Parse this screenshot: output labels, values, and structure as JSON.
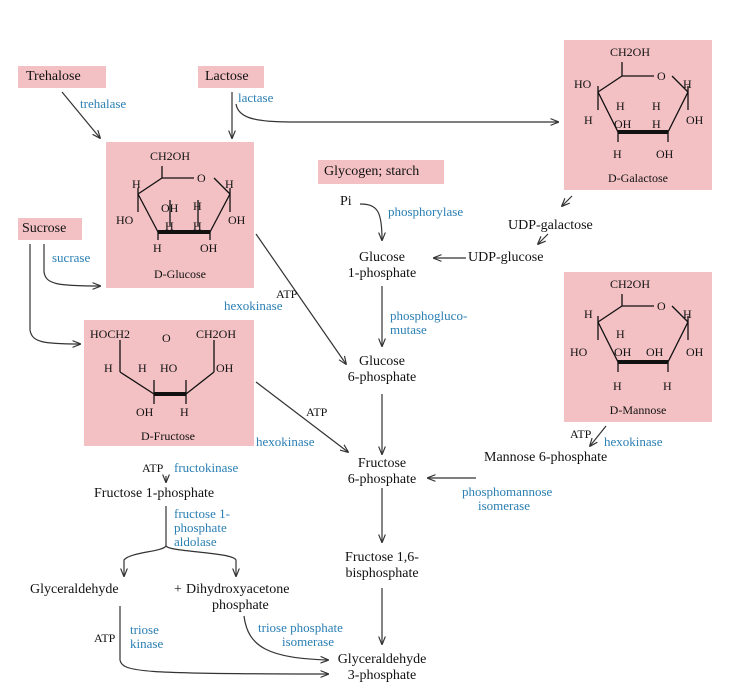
{
  "sugars": {
    "trehalose": "Trehalose",
    "lactose": "Lactose",
    "sucrose": "Sucrose",
    "glycogen_starch": "Glycogen; starch",
    "d_glucose": "D-Glucose",
    "d_fructose": "D-Fructose",
    "d_galactose": "D-Galactose",
    "d_mannose": "D-Mannose"
  },
  "metabolites": {
    "pi": "Pi",
    "glucose_1p_a": "Glucose",
    "glucose_1p_b": "1-phosphate",
    "glucose_6p_a": "Glucose",
    "glucose_6p_b": "6-phosphate",
    "fructose_6p_a": "Fructose",
    "fructose_6p_b": "6-phosphate",
    "fructose_16bp_a": "Fructose 1,6-",
    "fructose_16bp_b": "bisphosphate",
    "fructose_1p": "Fructose 1-phosphate",
    "glyceraldehyde": "Glyceraldehyde",
    "plus": "+",
    "dhap_a": "Dihydroxyacetone",
    "dhap_b": "phosphate",
    "g3p_a": "Glyceraldehyde",
    "g3p_b": "3-phosphate",
    "udp_galactose": "UDP-galactose",
    "udp_glucose": "UDP-glucose",
    "mannose_6p": "Mannose 6-phosphate",
    "atp": "ATP"
  },
  "enzymes": {
    "trehalase": "trehalase",
    "lactase": "lactase",
    "sucrase": "sucrase",
    "phosphorylase": "phosphorylase",
    "phosphoglucomutase_a": "phosphogluco-",
    "phosphoglucomutase_b": "mutase",
    "hexokinase": "hexokinase",
    "fructokinase": "fructokinase",
    "f1p_aldolase_a": "fructose 1-",
    "f1p_aldolase_b": "phosphate",
    "f1p_aldolase_c": "aldolase",
    "phosphomannose_a": "phosphomannose",
    "phosphomannose_b": "isomerase",
    "triose_kinase_a": "triose",
    "triose_kinase_b": "kinase",
    "tpi_a": "triose phosphate",
    "tpi_b": "isomerase"
  },
  "ring_labels": {
    "ch2oh": "CH2OH",
    "hoch2": "HOCH2",
    "o": "O",
    "h": "H",
    "oh": "OH",
    "ho": "HO"
  },
  "colors": {
    "box_fill": "#f3c1c4",
    "enzyme_text": "#2b7fb3",
    "arrow": "#333333"
  }
}
